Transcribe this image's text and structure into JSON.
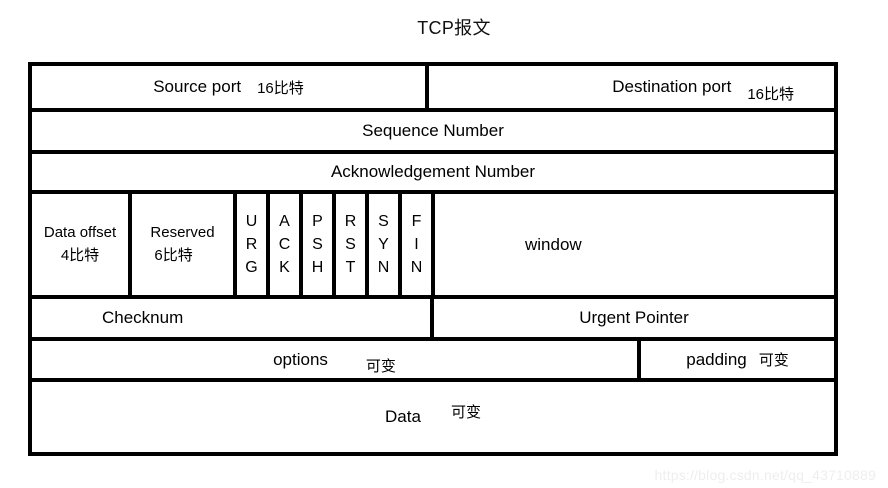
{
  "diagram": {
    "title": "TCP报文",
    "watermark": "https://blog.csdn.net/qq_43710889",
    "rows": {
      "ports": {
        "source": {
          "label": "Source port",
          "size": "16比特"
        },
        "destination": {
          "label": "Destination port",
          "size": "16比特"
        }
      },
      "sequence": {
        "label": "Sequence Number"
      },
      "acknowledgement": {
        "label": "Acknowledgement Number"
      },
      "control": {
        "data_offset": {
          "label": "Data offset",
          "size": "4比特"
        },
        "reserved": {
          "label": "Reserved",
          "size": "6比特"
        },
        "flags": [
          "URG",
          "ACK",
          "PSH",
          "RST",
          "SYN",
          "FIN"
        ],
        "window": {
          "label": "window"
        }
      },
      "checksum": {
        "checknum": {
          "label": "Checknum"
        },
        "urgent_pointer": {
          "label": "Urgent Pointer"
        }
      },
      "options": {
        "options": {
          "label": "options",
          "size": "可变"
        },
        "padding": {
          "label": "padding",
          "size": "可变"
        }
      },
      "data": {
        "label": "Data",
        "size": "可变"
      }
    }
  },
  "chart_data": {
    "type": "table",
    "title": "TCP报文",
    "rows": [
      {
        "fields": [
          {
            "name": "Source port",
            "note": "16比特",
            "bits": 16
          },
          {
            "name": "Destination port",
            "note": "16比特",
            "bits": 16
          }
        ]
      },
      {
        "fields": [
          {
            "name": "Sequence Number",
            "bits": 32
          }
        ]
      },
      {
        "fields": [
          {
            "name": "Acknowledgement Number",
            "bits": 32
          }
        ]
      },
      {
        "fields": [
          {
            "name": "Data offset",
            "note": "4比特",
            "bits": 4
          },
          {
            "name": "Reserved",
            "note": "6比特",
            "bits": 6
          },
          {
            "name": "URG",
            "bits": 1
          },
          {
            "name": "ACK",
            "bits": 1
          },
          {
            "name": "PSH",
            "bits": 1
          },
          {
            "name": "RST",
            "bits": 1
          },
          {
            "name": "SYN",
            "bits": 1
          },
          {
            "name": "FIN",
            "bits": 1
          },
          {
            "name": "window",
            "bits": 16
          }
        ]
      },
      {
        "fields": [
          {
            "name": "Checknum",
            "bits": 16
          },
          {
            "name": "Urgent Pointer",
            "bits": 16
          }
        ]
      },
      {
        "fields": [
          {
            "name": "options",
            "note": "可变"
          },
          {
            "name": "padding",
            "note": "可变"
          }
        ]
      },
      {
        "fields": [
          {
            "name": "Data",
            "note": "可变"
          }
        ]
      }
    ]
  }
}
